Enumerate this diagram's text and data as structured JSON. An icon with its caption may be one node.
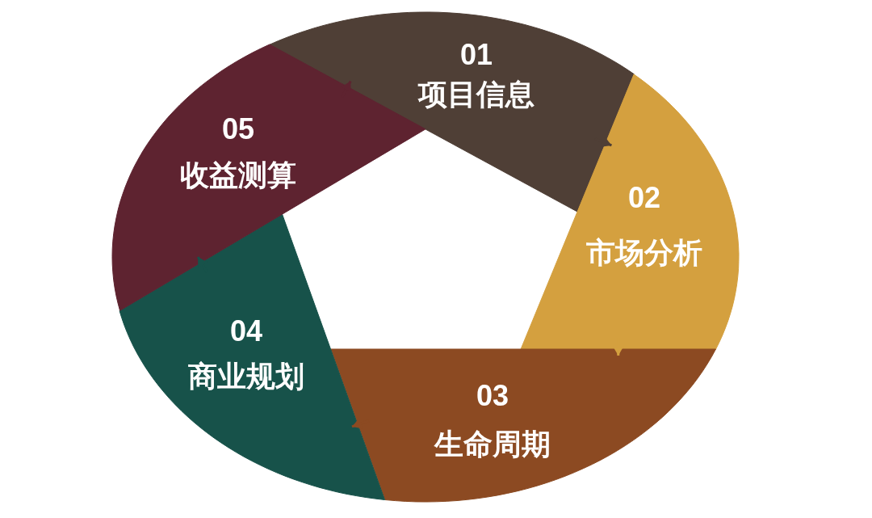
{
  "diagram": {
    "nodes": [
      {
        "text": [
          "01",
          "项目信息"
        ]
      },
      {
        "text": [
          "02",
          "市场分析"
        ]
      },
      {
        "text": [
          "03",
          "生命周期"
        ]
      },
      {
        "text": [
          "04",
          "商业规划"
        ]
      },
      {
        "text": [
          "05",
          "收益测算"
        ]
      }
    ],
    "edges": [
      {
        "from": 0,
        "to": 1,
        "arrow": "to",
        "color": "#4f3f36"
      },
      {
        "from": 1,
        "to": 2,
        "arrow": "to",
        "color": "#d4a03f"
      },
      {
        "from": 2,
        "to": 3,
        "arrow": "to",
        "color": "#8c4a22"
      },
      {
        "from": 3,
        "to": 4,
        "arrow": "to",
        "color": "#17524a"
      },
      {
        "from": 4,
        "to": 0,
        "arrow": "to",
        "color": "#5e2330"
      }
    ]
  }
}
